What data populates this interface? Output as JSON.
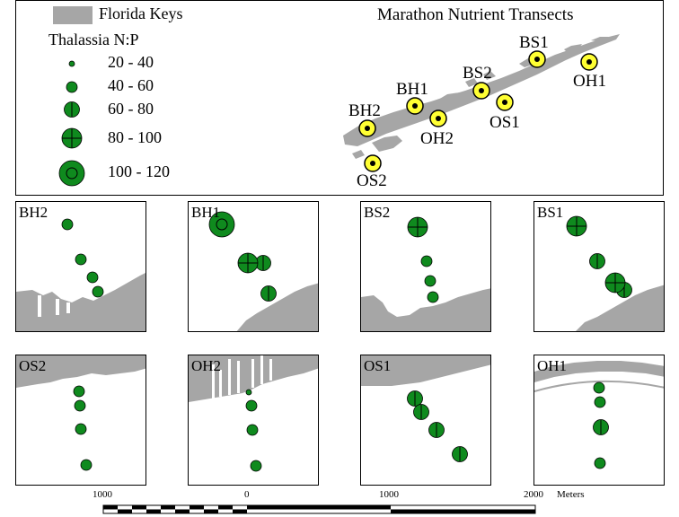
{
  "overview": {
    "title": "Marathon Nutrient Transects",
    "legend_land_label": "Florida Keys",
    "legend_title": "Thalassia N:P",
    "legend_classes": [
      "20 - 40",
      "40 - 60",
      "60 - 80",
      "80 - 100",
      "100 - 120"
    ],
    "stations": [
      "BS1",
      "OH1",
      "BS2",
      "BH1",
      "OS1",
      "BH2",
      "OH2",
      "OS2"
    ]
  },
  "panels": [
    "BH2",
    "BH1",
    "BS2",
    "BS1",
    "OS2",
    "OH2",
    "OS1",
    "OH1"
  ],
  "scale_bar": {
    "labels": [
      "1000",
      "0",
      "1000",
      "2000"
    ],
    "units": "Meters"
  },
  "colors": {
    "land": "#a6a6a6",
    "symbol_fill": "#0f8a1e",
    "station_fill": "#ffff33"
  }
}
